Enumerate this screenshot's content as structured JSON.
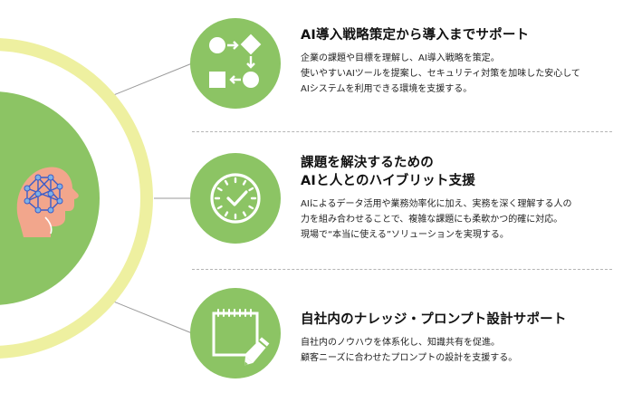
{
  "features": [
    {
      "title": "AI導入戦略策定から導入までサポート",
      "desc": [
        "企業の課題や目標を理解し、AI導入戦略を策定。",
        "使いやすいAIツールを提案し、セキュリティ対策を加味した安心して",
        "AIシステムを利用できる環境を支援する。"
      ],
      "icon": "flow-diagram-icon"
    },
    {
      "title": [
        "課題を解決するための",
        "AIと人とのハイブリット支援"
      ],
      "desc": [
        "AIによるデータ活用や業務効率化に加え、実務を深く理解する人の",
        "力を組み合わせることで、複雑な課題にも柔軟かつ的確に対応。",
        "現場で“本当に使える”ソリューションを実現する。"
      ],
      "icon": "clock-icon"
    },
    {
      "title": "自社内のナレッジ・プロンプト設計サポート",
      "desc": [
        "自社内のノウハウを体系化し、知識共有を促進。",
        "顧客ニーズに合わせたプロンプトの設計を支援する。"
      ],
      "icon": "notepad-pencil-icon"
    }
  ],
  "colors": {
    "accent_green": "#8cc464",
    "ring_yellow": "#eef0a0",
    "skin": "#f2a68c",
    "network_blue": "#3c5cc8",
    "network_node": "#7fb2e6"
  },
  "icons": {
    "hero": "ai-head-network-icon"
  }
}
